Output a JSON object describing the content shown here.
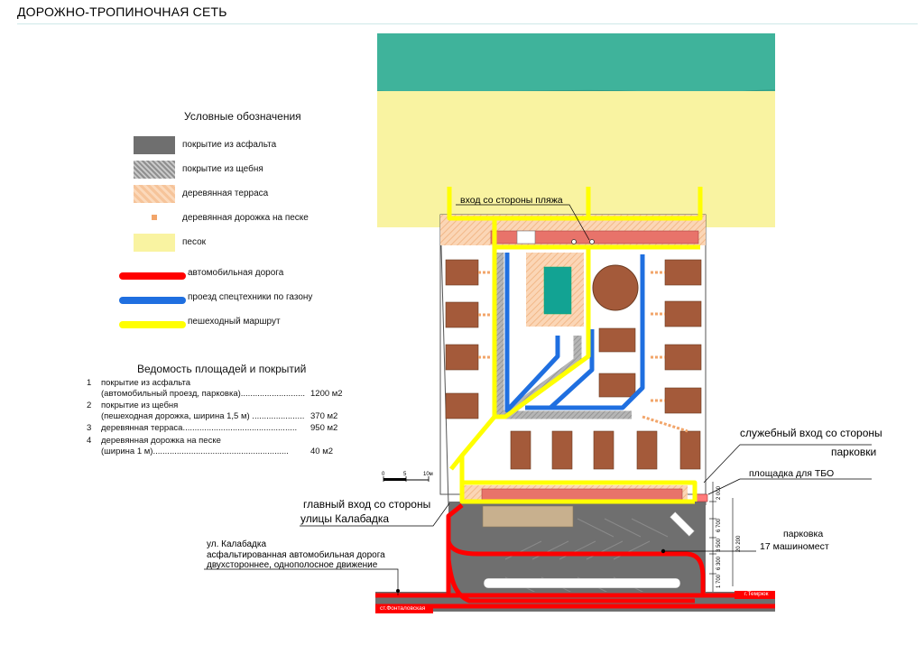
{
  "title": "ДОРОЖНО-ТРОПИНОЧНАЯ СЕТЬ",
  "legend": {
    "title": "Условные обозначения",
    "items": [
      {
        "label": "покрытие из асфальта",
        "color": "#6f6f6f"
      },
      {
        "label": "покрытие из щебня",
        "color": "#9a9a9a"
      },
      {
        "label": "деревянная терраса",
        "color": "#f7c79e"
      },
      {
        "label": "деревянная дорожка на песке",
        "color": "#f2a56a"
      },
      {
        "label": "песок",
        "color": "#f9f3a1"
      },
      {
        "label": "автомобильная дорога",
        "color": "#ff0000"
      },
      {
        "label": "проезд спецтехники по газону",
        "color": "#1f6fe0"
      },
      {
        "label": "пешеходный маршрут",
        "color": "#ffff00"
      }
    ]
  },
  "stats": {
    "title": "Ведомость площадей и покрытий",
    "rows": [
      {
        "num": "1",
        "lines": [
          "покрытие из асфальта",
          "(автомобильный проезд, парковка)..........................."
        ],
        "value": "1200 м2"
      },
      {
        "num": "2",
        "lines": [
          "покрытие из щебня",
          "(пешеходная дорожка, ширина 1,5 м) ......................"
        ],
        "value": "370 м2"
      },
      {
        "num": "3",
        "lines": [
          "деревянная терраса................................................"
        ],
        "value": "950 м2"
      },
      {
        "num": "4",
        "lines": [
          "деревянная дорожка на песке",
          "(ширина 1 м)........................................................."
        ],
        "value": "40 м2"
      }
    ]
  },
  "annotations": {
    "beach_entrance": "вход со стороны пляжа",
    "service_entrance_1": "служебный вход со стороны",
    "service_entrance_2": "парковки",
    "waste_area": "площадка для ТБО",
    "main_entrance_1": "главный вход со стороны",
    "main_entrance_2": "улицы Калабадка",
    "street_1": "ул. Калабадка",
    "street_2": "асфальтированная автомобильная дорога",
    "street_3": "двухстороннее, однополосное движение",
    "parking_1": "парковка",
    "parking_2": "17 машиномест",
    "to_temryuk": "г.Темрюк",
    "to_fontalovskaya": "ст.Фонталовская"
  },
  "scale": {
    "t0": "0",
    "t1": "5",
    "t2": "10м"
  },
  "dimensions": {
    "d1": "2 000",
    "d2": "6 700",
    "d3": "3 500",
    "d4": "6 300",
    "d5": "20 200",
    "d6": "1 700"
  }
}
